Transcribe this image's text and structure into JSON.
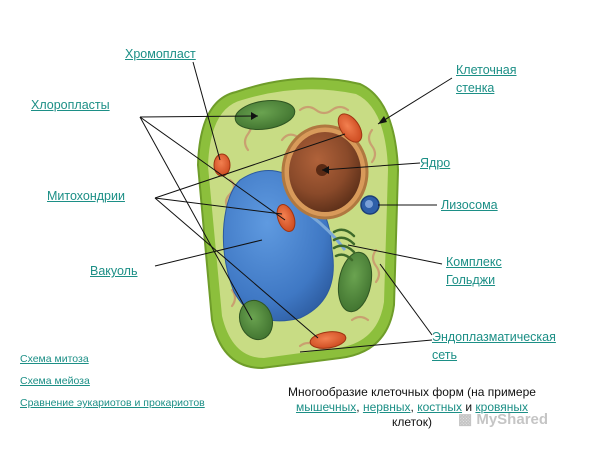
{
  "labels": {
    "chromoplast": "Хромопласт",
    "cell_wall_l1": "Клеточная",
    "cell_wall_l2": "стенка",
    "chloroplasts": "Хлоропласты",
    "nucleus": "Ядро",
    "mitochondria": "Митохондрии",
    "lysosome": "Лизосома",
    "golgi_l1": "Комплекс",
    "golgi_l2": "Гольджи",
    "vacuole": "Вакуоль",
    "er_l1": "Эндоплазматическая",
    "er_l2": "сеть"
  },
  "side_links": {
    "mitosis": "Схема митоза",
    "meiosis": "Схема мейоза",
    "comparison": "Сравнение эукариотов и прокариотов"
  },
  "caption": {
    "line1": "Многообразие клеточных форм (на примере",
    "link_muscle": "мышечных",
    "comma1": ", ",
    "link_nerve": "нервных",
    "comma2": ", ",
    "link_bone": "костных",
    "and": " и ",
    "link_blood": "кровяных",
    "line3": "клеток)"
  },
  "watermark": "MyShared",
  "colors": {
    "label_link": "#1c8f86",
    "cell_wall": "#8cbf3c",
    "cytoplasm": "#c8dc84",
    "vacuole": "#3f78c4",
    "nucleus": "#8a4a2a",
    "chloroplast": "#4f8a3a",
    "mitochondrion": "#e0602a",
    "lysosome": "#2e5fa8",
    "er": "#c9a070"
  }
}
